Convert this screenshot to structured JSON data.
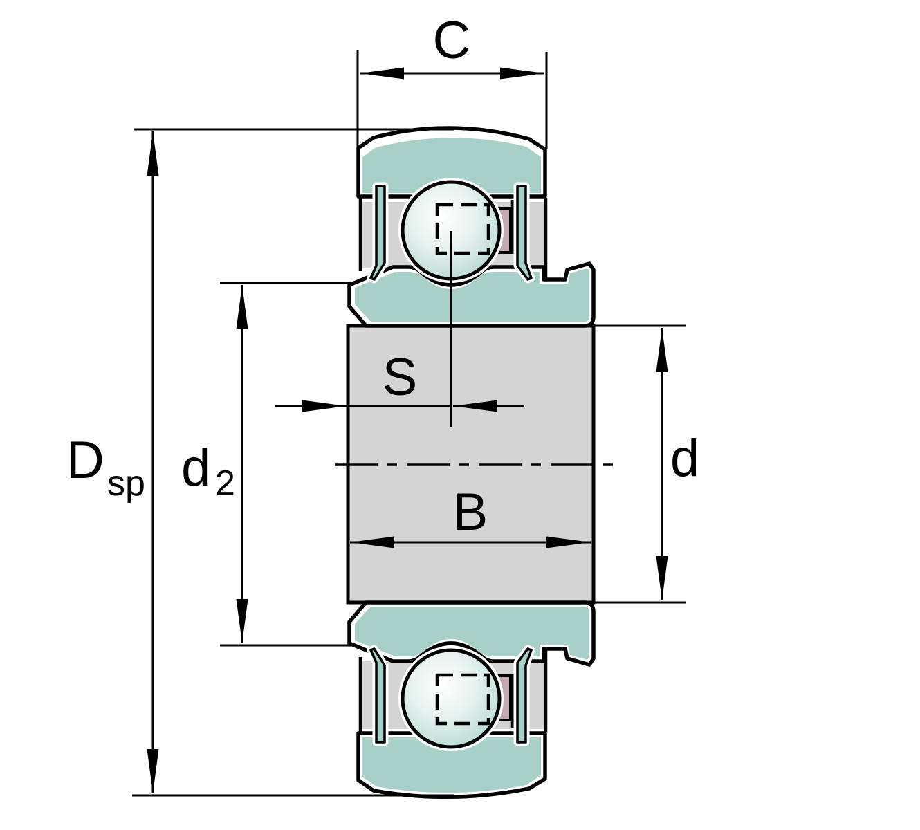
{
  "diagram": {
    "type": "technical-drawing",
    "subject": "radial insert ball bearing cross-section",
    "dimension_labels": {
      "outer_ring_width": "C",
      "center_to_face": "S",
      "inner_ring_width": "B",
      "bore_diameter": "d",
      "sphere_diameter_main": "D",
      "sphere_diameter_sub": "sp",
      "shoulder_diameter_main": "d",
      "shoulder_diameter_sub": "2"
    }
  },
  "colors": {
    "bg": "#ffffff",
    "line": "#000000",
    "teal": "#a9cfc9",
    "grey": "#d4d4d4",
    "pink": "#c4a8b0",
    "ball_highlight": "#ffffff",
    "ball_mid": "#e6f2ef",
    "ball_edge": "#b2d5ce"
  }
}
